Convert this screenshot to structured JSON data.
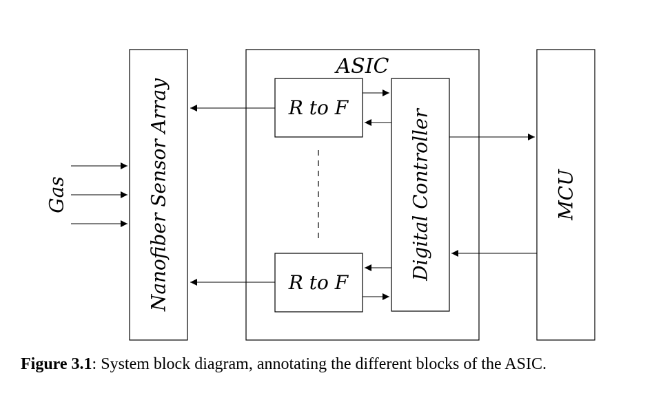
{
  "diagram": {
    "blocks": {
      "sensor": "Nanofiber Sensor Array",
      "asic": "ASIC",
      "rtof_top": "R to F",
      "rtof_bottom": "R to F",
      "controller": "Digital Controller",
      "mcu": "MCU"
    },
    "input_label": "Gas"
  },
  "caption": {
    "figure_label": "Figure 3.1",
    "text": ": System block diagram, annotating the different blocks of the ASIC."
  }
}
